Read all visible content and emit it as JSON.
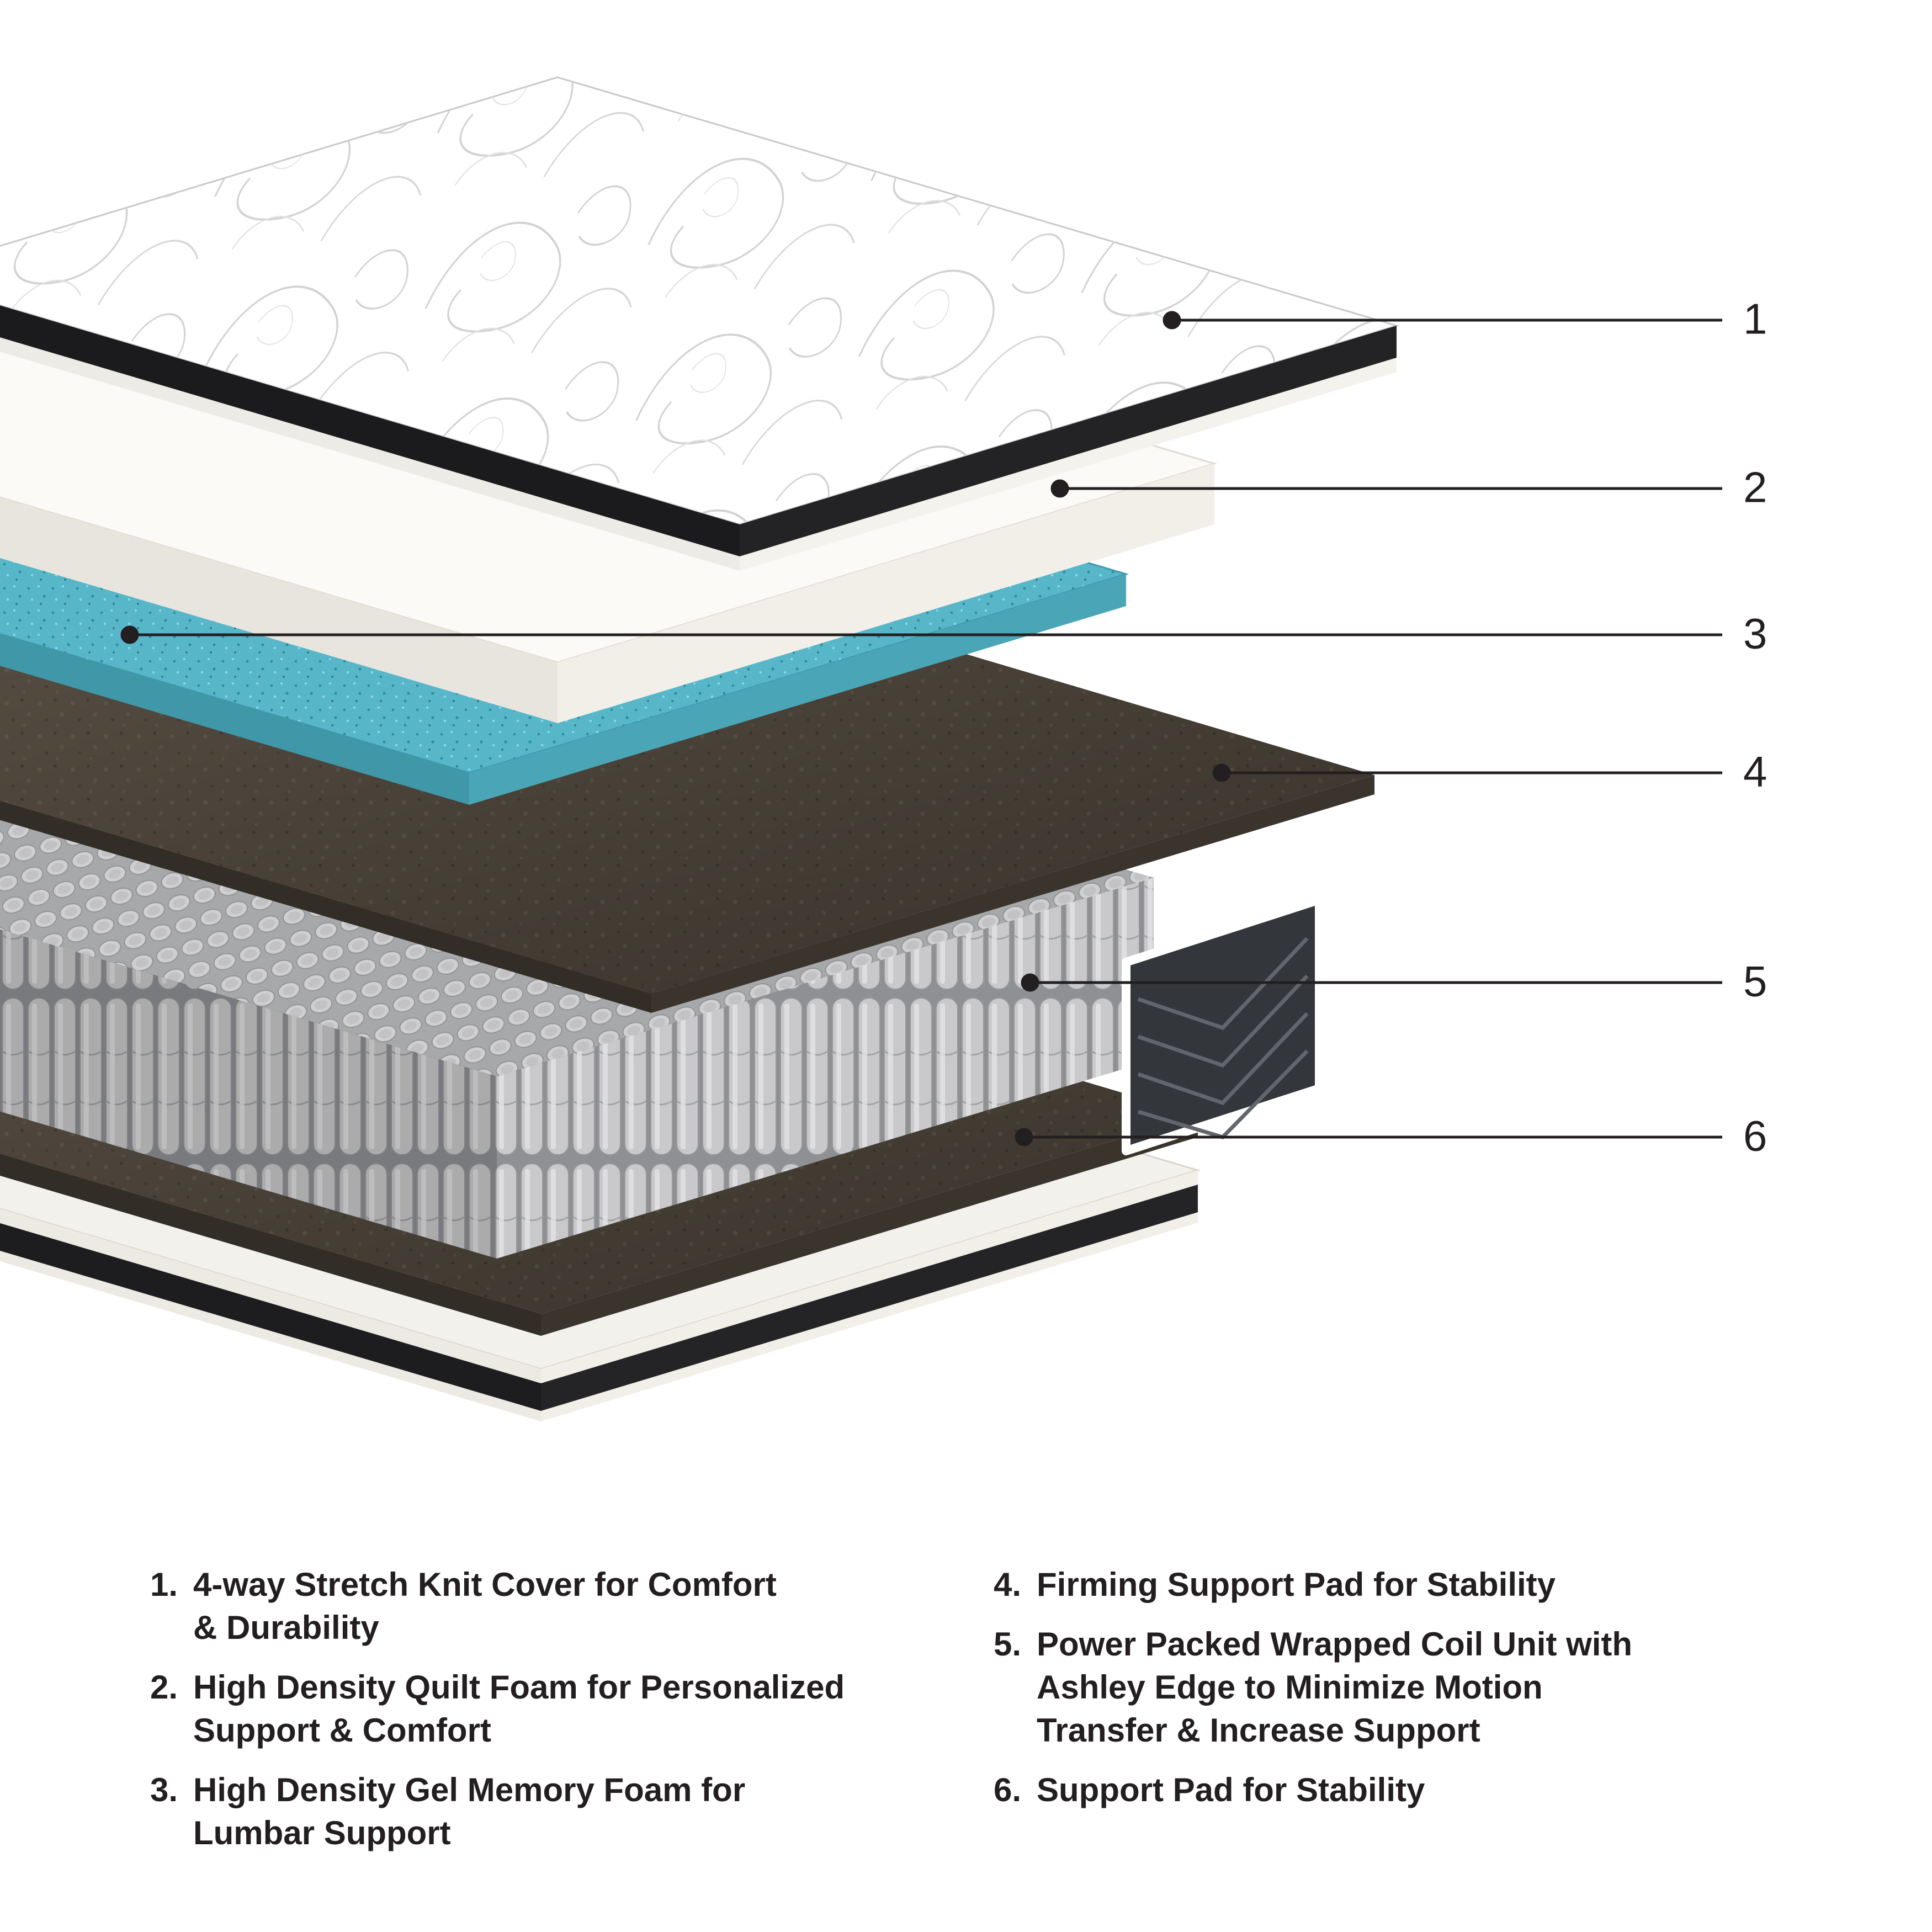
{
  "figure": {
    "title": "Mattress layer construction exploded view",
    "callouts": [
      {
        "number": "1",
        "target": "stretch-knit-cover"
      },
      {
        "number": "2",
        "target": "quilt-foam"
      },
      {
        "number": "3",
        "target": "gel-memory-foam"
      },
      {
        "number": "4",
        "target": "firming-support-pad"
      },
      {
        "number": "5",
        "target": "wrapped-coil-unit"
      },
      {
        "number": "6",
        "target": "support-pad"
      }
    ]
  },
  "legend": {
    "columns": [
      {
        "items": [
          {
            "num": "1.",
            "text": "4-way Stretch Knit Cover for Comfort\n& Durability"
          },
          {
            "num": "2.",
            "text": "High Density Quilt Foam for Personalized\nSupport & Comfort"
          },
          {
            "num": "3.",
            "text": "High Density Gel Memory Foam for\nLumbar Support"
          }
        ]
      },
      {
        "items": [
          {
            "num": "4.",
            "text": "Firming Support Pad for Stability"
          },
          {
            "num": "5.",
            "text": "Power Packed Wrapped Coil Unit with\nAshley Edge to Minimize Motion\nTransfer & Increase Support"
          },
          {
            "num": "6.",
            "text": "Support Pad for Stability"
          }
        ]
      }
    ]
  },
  "colors": {
    "text": "#231f20",
    "callout_line": "#231f20",
    "gel_foam_blue": "#57b7c9",
    "support_pad_brown": "#4a4238",
    "coil_gray": "#c9c9cb",
    "cover_edge_black": "#1b1b1d"
  }
}
